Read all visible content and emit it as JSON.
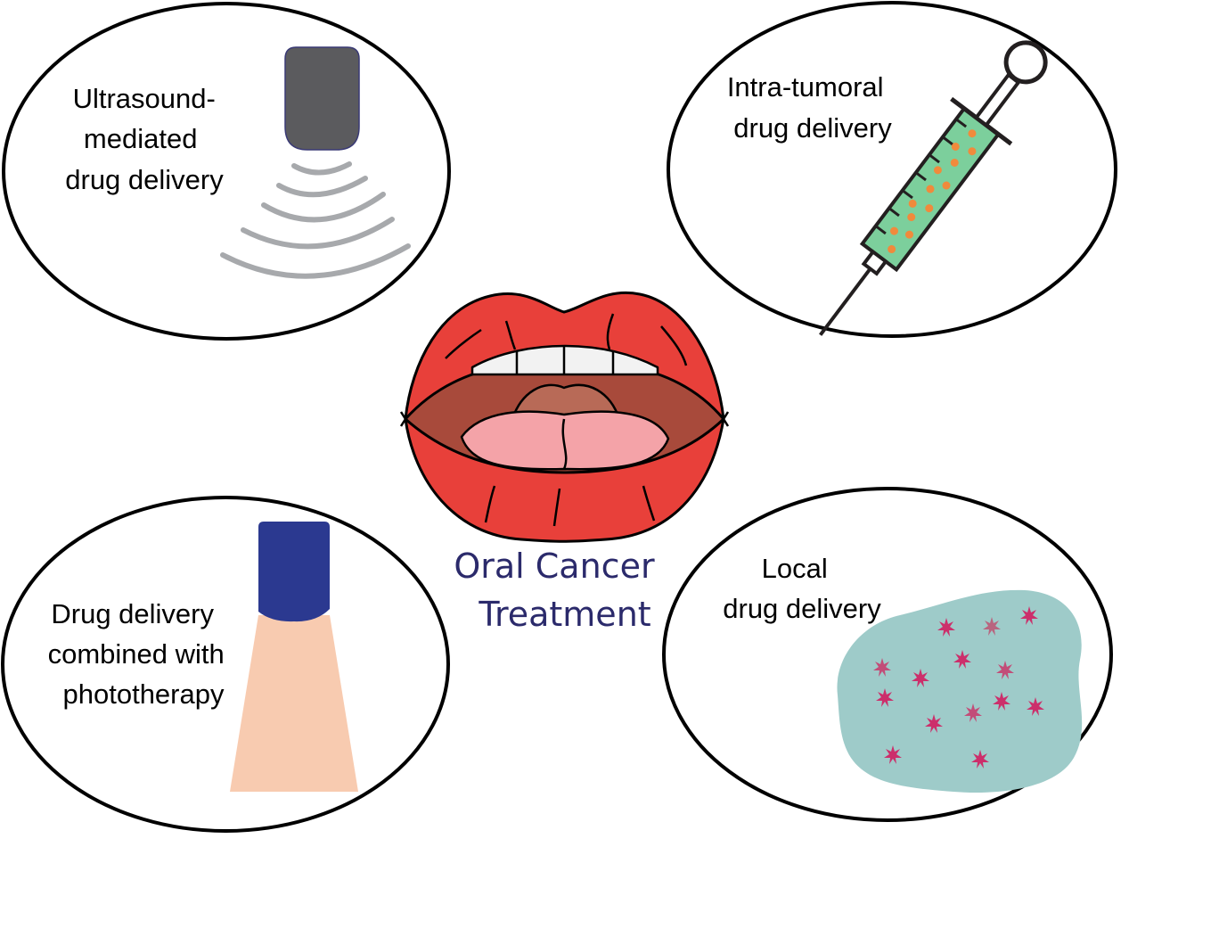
{
  "diagram": {
    "center": {
      "lines": [
        "Oral Cancer",
        "Treatment"
      ]
    },
    "methods": [
      {
        "id": "ultrasound",
        "lines": [
          "Ultrasound-",
          "mediated",
          "drug delivery"
        ],
        "icon": "ultrasound-probe-icon"
      },
      {
        "id": "intratumoral",
        "lines": [
          "Intra-tumoral",
          "drug delivery"
        ],
        "icon": "syringe-icon"
      },
      {
        "id": "phototherapy",
        "lines": [
          "Drug delivery",
          "combined with",
          "phototherapy"
        ],
        "icon": "light-beam-icon"
      },
      {
        "id": "local",
        "lines": [
          "Local",
          "drug delivery"
        ],
        "icon": "drug-patch-icon"
      }
    ]
  },
  "colors": {
    "title_text": "#2b2a6b",
    "ellipse_stroke": "#000000",
    "lips": "#e8403a",
    "mouth_interior": "#a84a3b",
    "tongue": "#f4a3a8",
    "teeth": "#f2f2f2",
    "probe": "#5b5b5e",
    "waves": "#a7a9ac",
    "syringe_fill": "#7ccf9c",
    "drug_particles": "#f08a3c",
    "lamp_head": "#2b3990",
    "light_beam": "#f8cbb0",
    "patch": "#9ecbc9",
    "patch_drug": "#cc2f6b"
  }
}
